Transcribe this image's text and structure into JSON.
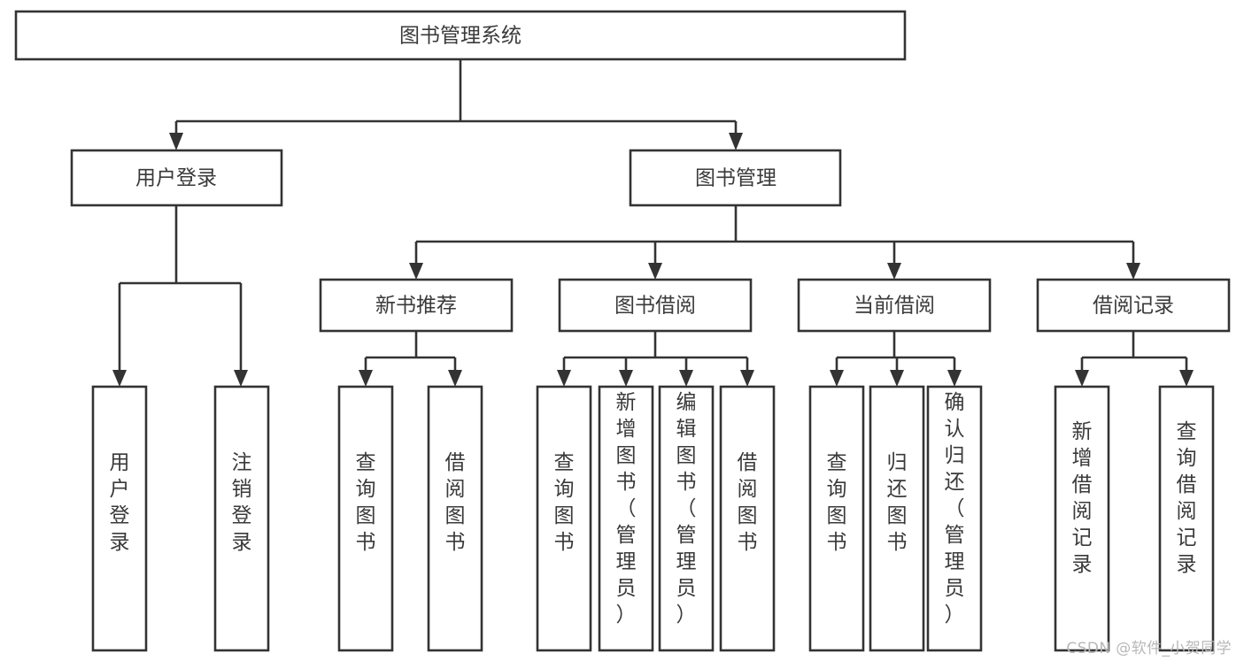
{
  "diagram": {
    "type": "tree-hierarchy",
    "title": "图书管理系统",
    "orientation": "top-down",
    "colors": {
      "stroke": "#333333",
      "fill": "#ffffff",
      "text": "#3a3a3a",
      "background": "#ffffff",
      "watermark": "#b8b8b8"
    },
    "root": {
      "label": "图书管理系统",
      "orientation": "horizontal"
    },
    "level1": [
      {
        "label": "用户登录",
        "orientation": "horizontal"
      },
      {
        "label": "图书管理",
        "orientation": "horizontal"
      }
    ],
    "level2": [
      {
        "label": "新书推荐",
        "orientation": "horizontal"
      },
      {
        "label": "图书借阅",
        "orientation": "horizontal"
      },
      {
        "label": "当前借阅",
        "orientation": "horizontal"
      },
      {
        "label": "借阅记录",
        "orientation": "horizontal"
      }
    ],
    "leaves": {
      "user_login": [
        {
          "label": "用户登录",
          "orientation": "vertical"
        },
        {
          "label": "注销登录",
          "orientation": "vertical"
        }
      ],
      "new_book_recommend": [
        {
          "label": "查询图书",
          "orientation": "vertical"
        },
        {
          "label": "借阅图书",
          "orientation": "vertical"
        }
      ],
      "book_borrow": [
        {
          "label": "查询图书",
          "orientation": "vertical"
        },
        {
          "label": "新增图书（管理员）",
          "orientation": "vertical"
        },
        {
          "label": "编辑图书（管理员）",
          "orientation": "vertical"
        },
        {
          "label": "借阅图书",
          "orientation": "vertical"
        }
      ],
      "current_borrow": [
        {
          "label": "查询图书",
          "orientation": "vertical"
        },
        {
          "label": "归还图书",
          "orientation": "vertical"
        },
        {
          "label": "确认归还（管理员）",
          "orientation": "vertical"
        }
      ],
      "borrow_record": [
        {
          "label": "新增借阅记录",
          "orientation": "vertical"
        },
        {
          "label": "查询借阅记录",
          "orientation": "vertical"
        }
      ]
    }
  },
  "watermark": {
    "text": "CSDN @软件_小贺同学"
  }
}
